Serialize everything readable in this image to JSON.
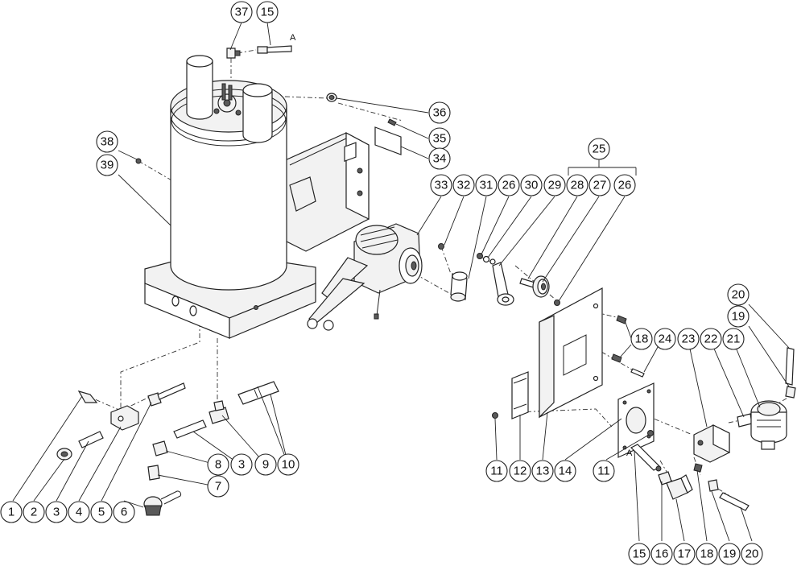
{
  "balloons": [
    {
      "id": "37-top",
      "label": "37"
    },
    {
      "id": "15-top",
      "label": "15"
    },
    {
      "id": "36",
      "label": "36"
    },
    {
      "id": "35",
      "label": "35"
    },
    {
      "id": "34",
      "label": "34"
    },
    {
      "id": "38",
      "label": "38"
    },
    {
      "id": "39",
      "label": "39"
    },
    {
      "id": "33",
      "label": "33"
    },
    {
      "id": "32",
      "label": "32"
    },
    {
      "id": "31",
      "label": "31"
    },
    {
      "id": "26-a",
      "label": "26"
    },
    {
      "id": "30",
      "label": "30"
    },
    {
      "id": "29",
      "label": "29"
    },
    {
      "id": "28",
      "label": "28"
    },
    {
      "id": "27",
      "label": "27"
    },
    {
      "id": "26-b",
      "label": "26"
    },
    {
      "id": "25",
      "label": "25"
    },
    {
      "id": "20-top",
      "label": "20"
    },
    {
      "id": "19-top",
      "label": "19"
    },
    {
      "id": "18-mid",
      "label": "18"
    },
    {
      "id": "24",
      "label": "24"
    },
    {
      "id": "23",
      "label": "23"
    },
    {
      "id": "22",
      "label": "22"
    },
    {
      "id": "21",
      "label": "21"
    },
    {
      "id": "11-a",
      "label": "11"
    },
    {
      "id": "12",
      "label": "12"
    },
    {
      "id": "13",
      "label": "13"
    },
    {
      "id": "14",
      "label": "14"
    },
    {
      "id": "11-b",
      "label": "11"
    },
    {
      "id": "8",
      "label": "8"
    },
    {
      "id": "3-mid",
      "label": "3"
    },
    {
      "id": "9",
      "label": "9"
    },
    {
      "id": "10",
      "label": "10"
    },
    {
      "id": "7",
      "label": "7"
    },
    {
      "id": "1",
      "label": "1"
    },
    {
      "id": "2",
      "label": "2"
    },
    {
      "id": "3-bottom",
      "label": "3"
    },
    {
      "id": "4",
      "label": "4"
    },
    {
      "id": "5",
      "label": "5"
    },
    {
      "id": "6",
      "label": "6"
    },
    {
      "id": "15-bottom",
      "label": "15"
    },
    {
      "id": "16",
      "label": "16"
    },
    {
      "id": "17",
      "label": "17"
    },
    {
      "id": "18-bottom",
      "label": "18"
    },
    {
      "id": "19-bottom",
      "label": "19"
    },
    {
      "id": "20-bottom",
      "label": "20"
    }
  ],
  "references": {
    "top_a": "A",
    "bottom_a": "A"
  }
}
